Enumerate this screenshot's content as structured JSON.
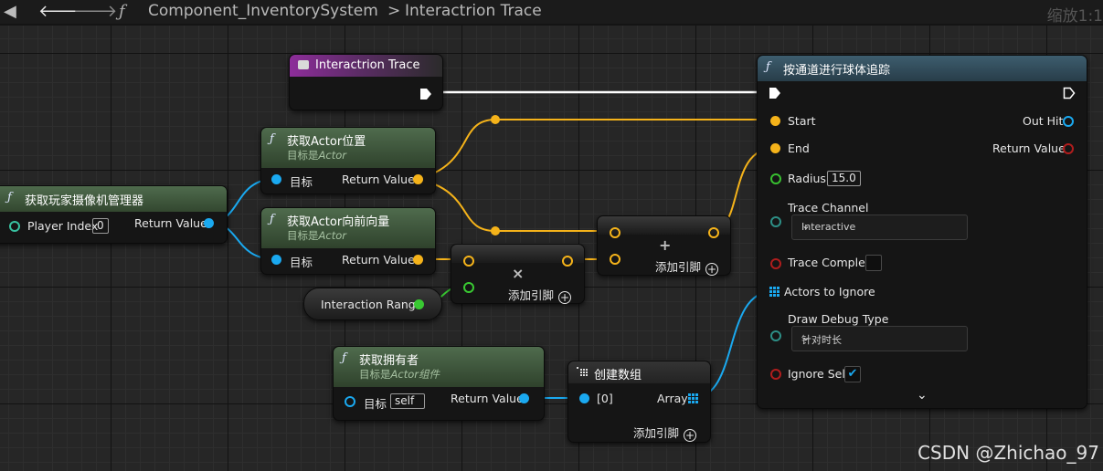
{
  "toolbar": {
    "back_icon": "arrow-left-icon",
    "forward_icon": "arrow-right-icon",
    "function_icon": "function-icon",
    "breadcrumb_root": "Component_InventorySystem",
    "breadcrumb_sep": ">",
    "breadcrumb_current": "Interactrion Trace",
    "zoom": "缩放1:1"
  },
  "nodes": {
    "entry": {
      "title": "Interactrion Trace"
    },
    "trace": {
      "title": "按通道进行球体追踪",
      "start": "Start",
      "end": "End",
      "out_hit": "Out Hit",
      "return_value": "Return Value",
      "radius_label": "Radius",
      "radius_value": "15.0",
      "trace_channel_label": "Trace Channel",
      "trace_channel_value": "Interactive",
      "trace_complex_label": "Trace Complex",
      "actors_to_ignore": "Actors to Ignore",
      "draw_debug_label": "Draw Debug Type",
      "draw_debug_value": "针对时长",
      "ignore_self": "Ignore Self"
    },
    "get_location": {
      "title": "获取Actor位置",
      "sub_prefix": "目标是",
      "sub_target": "Actor",
      "target": "目标",
      "return_value": "Return Value"
    },
    "get_forward": {
      "title": "获取Actor向前向量",
      "sub_prefix": "目标是",
      "sub_target": "Actor",
      "target": "目标",
      "return_value": "Return Value"
    },
    "camera_manager": {
      "title": "获取玩家摄像机管理器",
      "player_index": "Player Index",
      "player_index_value": "0",
      "return_value": "Return Value"
    },
    "multiply": {
      "symbol": "×",
      "add_pin": "添加引脚"
    },
    "add": {
      "symbol": "+",
      "add_pin": "添加引脚"
    },
    "interaction_range": {
      "label": "Interaction Range"
    },
    "get_owner": {
      "title": "获取拥有者",
      "sub_prefix": "目标是",
      "sub_target": "Actor组件",
      "target": "目标",
      "target_value": "self",
      "return_value": "Return Value"
    },
    "make_array": {
      "title": "创建数组",
      "index0": "[0]",
      "array": "Array",
      "add_pin": "添加引脚"
    }
  },
  "watermark": "CSDN @Zhichao_97",
  "colors": {
    "vector_pin": "#f5b31a",
    "object_pin": "#1aa9f0",
    "float_pin": "#39c932",
    "exec": "#ffffff"
  }
}
